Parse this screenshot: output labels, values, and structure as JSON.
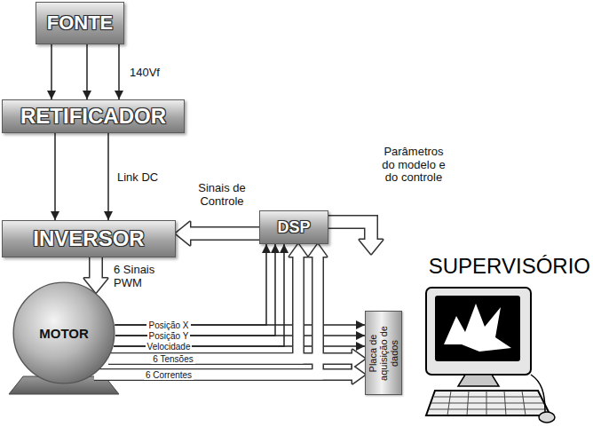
{
  "diagram": {
    "nodes": [
      {
        "text": [
          "FONTE"
        ]
      },
      {
        "text": [
          "RETIFICADOR"
        ]
      },
      {
        "text": [
          "INVERSOR"
        ]
      },
      {
        "text": [
          "DSP"
        ]
      },
      {
        "text": [
          "MOTOR"
        ]
      },
      {
        "text": [
          "Placa de aquisição de dados"
        ]
      },
      {
        "text": [
          "SUPERVISÓRIO"
        ]
      }
    ],
    "edges": [
      {
        "from": 0,
        "to": 1,
        "arrow": "to"
      },
      {
        "from": 0,
        "to": 1,
        "arrow": "to"
      },
      {
        "from": 0,
        "to": 1,
        "arrow": "to",
        "label": "140Vf"
      },
      {
        "from": 1,
        "to": 2,
        "arrow": "to"
      },
      {
        "from": 1,
        "to": 2,
        "arrow": "to",
        "label": "Link DC"
      },
      {
        "from": 3,
        "to": 2,
        "arrow": "to",
        "label": "Sinais de Controle"
      },
      {
        "from": 3,
        "to": 6,
        "arrow": "to",
        "label": "Parâmetros do modelo e do controle"
      },
      {
        "from": 2,
        "to": 4,
        "arrow": "to",
        "label": "6 Sinais PWM"
      },
      {
        "from": 4,
        "to": 5,
        "arrow": "to",
        "label": "Posição X"
      },
      {
        "from": 4,
        "to": 3,
        "arrow": "to"
      },
      {
        "from": 4,
        "to": 5,
        "arrow": "to",
        "label": "Posição Y"
      },
      {
        "from": 4,
        "to": 3,
        "arrow": "to"
      },
      {
        "from": 4,
        "to": 5,
        "arrow": "to",
        "label": "Velocidade"
      },
      {
        "from": 4,
        "to": 3,
        "arrow": "to"
      },
      {
        "from": 4,
        "to": 5,
        "arrow": "to",
        "label": "6 Tensões"
      },
      {
        "from": 4,
        "to": 3,
        "arrow": "to"
      },
      {
        "from": 4,
        "to": 5,
        "arrow": "to",
        "label": "6 Correntes"
      },
      {
        "from": 4,
        "to": 3,
        "arrow": "to"
      }
    ]
  }
}
